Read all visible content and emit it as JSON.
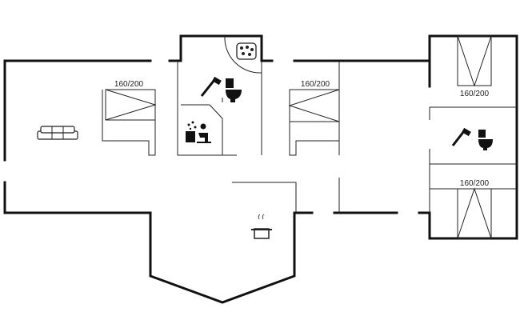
{
  "plan": {
    "wall_color": "#111111",
    "line_color": "#222222",
    "background": "#ffffff"
  },
  "bed_labels": {
    "left_bedroom": "160/200",
    "middle_bedroom": "160/200",
    "right_top_bedroom": "160/200",
    "right_bottom_bedroom": "160/200"
  },
  "icons": {
    "living_room": "sofa-icon",
    "bathroom_main": "shower-icon",
    "toilet_main": "toilet-icon",
    "hot_tub": "whirlpool-icon",
    "sauna": "sauna-icon",
    "bathroom_right": "shower-icon",
    "toilet_right": "toilet-icon",
    "kitchen": "cooking-pot-icon"
  }
}
